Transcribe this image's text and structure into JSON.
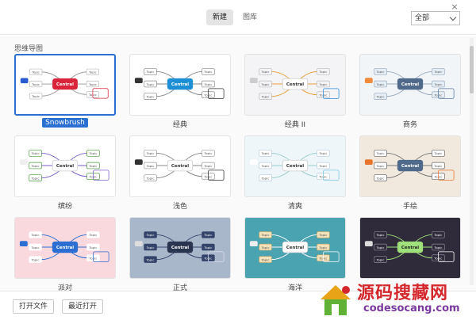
{
  "header": {
    "tabs": [
      {
        "label": "新建",
        "active": true
      },
      {
        "label": "图库",
        "active": false
      }
    ],
    "scope_select": "全部",
    "close_glyph": "×"
  },
  "section": {
    "title": "思维导图"
  },
  "templates": [
    {
      "name": "Snowbrush",
      "selected": true
    },
    {
      "name": "经典"
    },
    {
      "name": "经典 II"
    },
    {
      "name": "商务"
    },
    {
      "name": "缤纷"
    },
    {
      "name": "浅色"
    },
    {
      "name": "清爽"
    },
    {
      "name": "手绘"
    },
    {
      "name": "派对"
    },
    {
      "name": "正式"
    },
    {
      "name": "海洋"
    },
    {
      "name": ""
    }
  ],
  "preview": {
    "central": "Central",
    "topic": "Topic"
  },
  "footer": {
    "open_file": "打开文件",
    "recent": "最近打开"
  },
  "watermark": {
    "cn": "源码搜藏网",
    "en": "codesocang.com"
  },
  "colors": {
    "accent": "#2a6fd1"
  }
}
